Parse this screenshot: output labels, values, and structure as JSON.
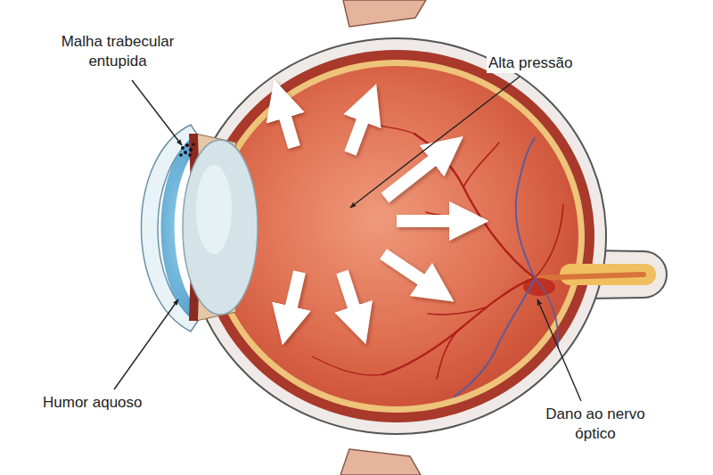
{
  "diagram": {
    "labels": [
      "Malha trabecular entupida",
      "Alta pressão",
      "Humor aquoso",
      "Dano ao nervo óptico"
    ]
  }
}
